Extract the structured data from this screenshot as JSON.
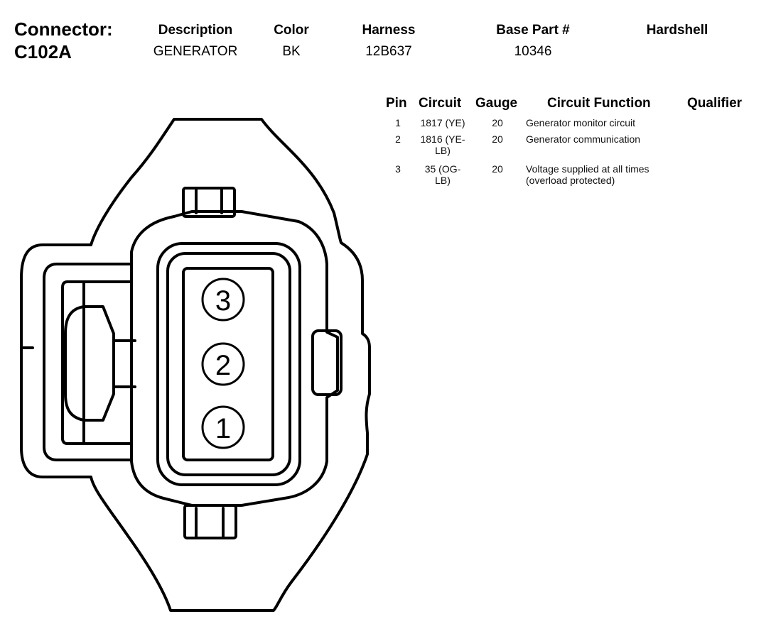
{
  "header": {
    "connector_label": "Connector:",
    "connector_id": "C102A",
    "columns": {
      "description": "Description",
      "color": "Color",
      "harness": "Harness",
      "base_part": "Base Part #",
      "hardshell": "Hardshell"
    },
    "values": {
      "description": "GENERATOR",
      "color": "BK",
      "harness": "12B637",
      "base_part": "10346",
      "hardshell": ""
    }
  },
  "pin_table": {
    "columns": {
      "pin": "Pin",
      "circuit": "Circuit",
      "gauge": "Gauge",
      "function": "Circuit Function",
      "qualifier": "Qualifier"
    },
    "rows": [
      {
        "pin": "1",
        "circuit": [
          "1817 (YE)"
        ],
        "gauge": "20",
        "function": [
          "Generator monitor circuit"
        ],
        "qualifier": ""
      },
      {
        "pin": "2",
        "circuit": [
          "1816 (YE-",
          "LB)"
        ],
        "gauge": "20",
        "function": [
          "Generator communication"
        ],
        "qualifier": ""
      },
      {
        "pin": "3",
        "circuit": [
          "35 (OG-",
          "LB)"
        ],
        "gauge": "20",
        "function": [
          "Voltage supplied at all times",
          "(overload protected)"
        ],
        "qualifier": ""
      }
    ]
  },
  "diagram": {
    "pins": [
      "3",
      "2",
      "1"
    ]
  }
}
